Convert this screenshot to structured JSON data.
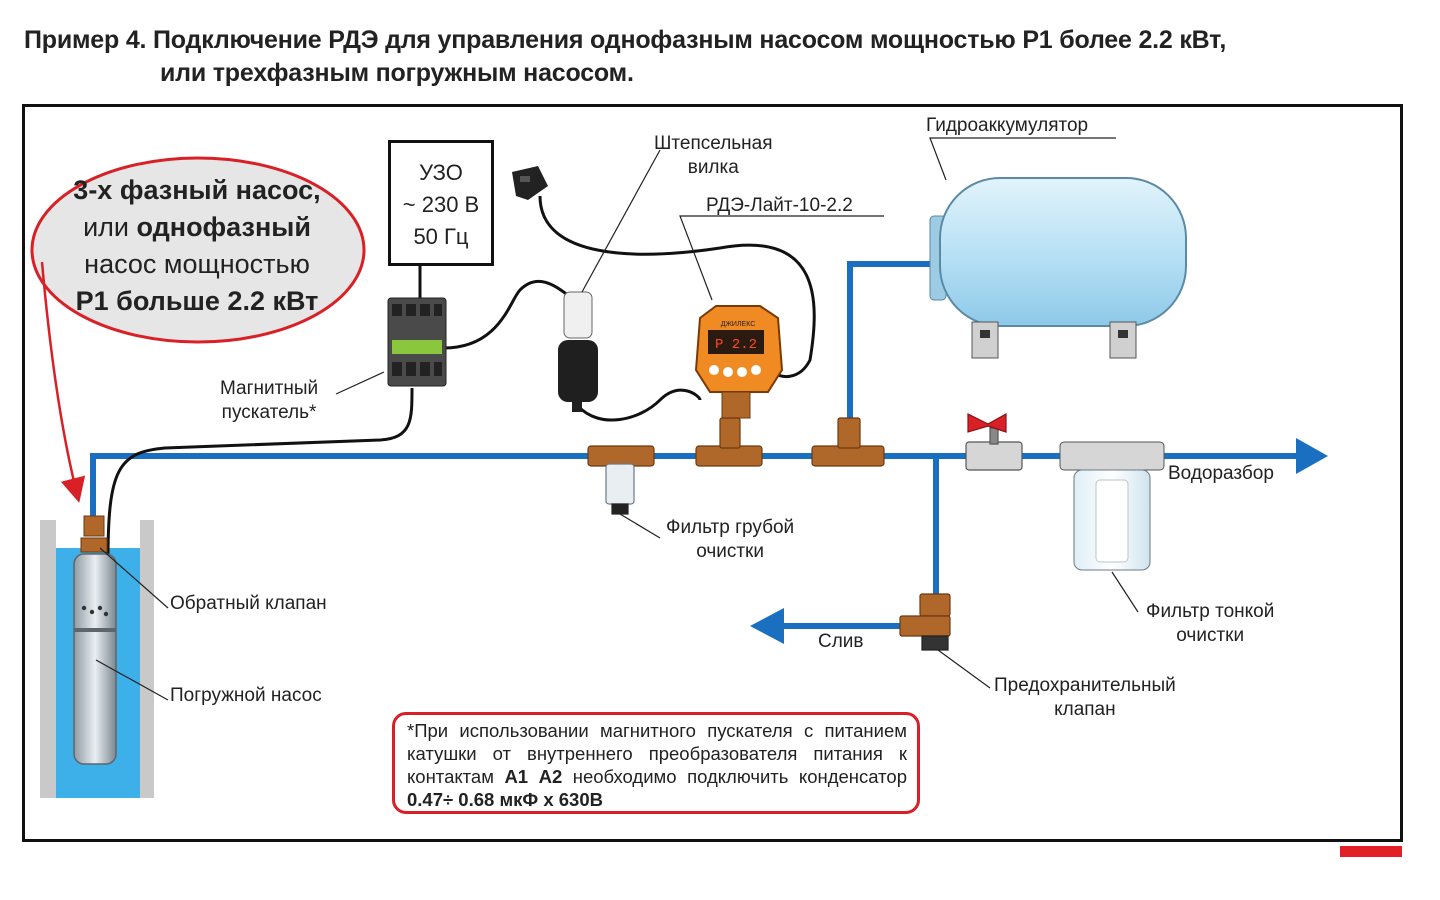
{
  "header": {
    "title_line1": "Пример 4. Подключение РДЭ для управления однофазным насосом мощностью Р1 более 2.2 кВт,",
    "title_line2": "или трехфазным погружным насосом."
  },
  "bubble": {
    "part1": "3-х фазный насос,",
    "part2": "или ",
    "part3": "однофазный",
    "part4": "насос мощностью",
    "part5": "Р1 больше 2.2 кВт"
  },
  "uzo": {
    "line1": "УЗО",
    "line2": "~ 230 В",
    "line3": "50 Гц"
  },
  "labels": {
    "plug_line1": "Штепсельная",
    "plug_line2": "вилка",
    "rde": "РДЭ-Лайт-10-2.2",
    "accumulator": "Гидроаккумулятор",
    "starter_line1": "Магнитный",
    "starter_line2": "пускатель*",
    "coarse_filter_line1": "Фильтр грубой",
    "coarse_filter_line2": "очистки",
    "fine_filter_line1": "Фильтр тонкой",
    "fine_filter_line2": "очистки",
    "water_outlet": "Водоразбор",
    "drain": "Слив",
    "check_valve": "Обратный клапан",
    "pump": "Погружной насос",
    "safety_valve_line1": "Предохранительный",
    "safety_valve_line2": "клапан"
  },
  "note": {
    "t1": "*При использовании магнитного пускателя с питанием катушки от внутреннего преобразователя питания к контактам ",
    "t2": "А1 А2",
    "t3": " необходимо подключить конденсатор ",
    "t4": "0.47÷ 0.68 мкФ х 630В"
  },
  "device": {
    "display": "P 2.2",
    "brand": "ДЖИЛЕКС",
    "model": "РДЭ-Лайт"
  },
  "colors": {
    "pipe": "#1a6fc0",
    "water": "#3db0ea",
    "brass": "#b0672a",
    "accent_red": "#d92027",
    "rde_orange": "#f08a22",
    "accumulator": "#c6e6f6"
  }
}
